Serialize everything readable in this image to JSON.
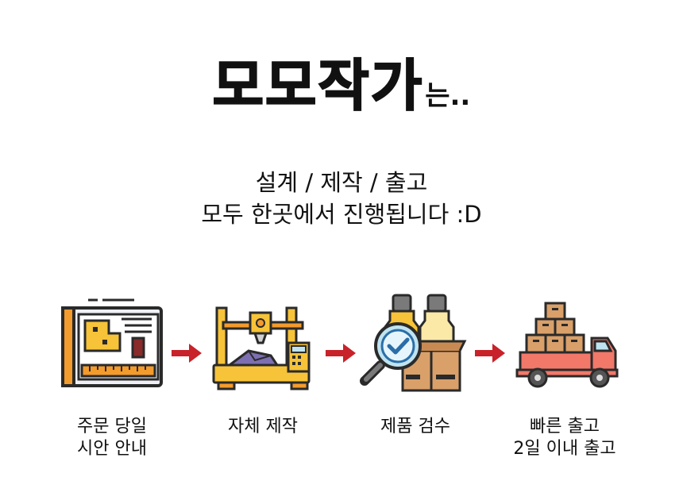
{
  "title": {
    "main": "모모작가",
    "suffix": "는.."
  },
  "subtitle": {
    "line1": "설계 / 제작 / 출고",
    "line2": "모두 한곳에서 진행됩니다 :D"
  },
  "steps": [
    {
      "icon": "blueprint-icon",
      "line1": "주문 당일",
      "line2": "시안 안내"
    },
    {
      "icon": "3d-printer-icon",
      "line1": "자체 제작",
      "line2": ""
    },
    {
      "icon": "quality-check-icon",
      "line1": "제품 검수",
      "line2": ""
    },
    {
      "icon": "delivery-truck-icon",
      "line1": "빠른 출고",
      "line2": "2일 이내 출고"
    }
  ],
  "colors": {
    "outline": "#2a2a2a",
    "yellow": "#f7c338",
    "orange": "#f39b2d",
    "red_arrow": "#c8222a",
    "salmon": "#f2786a",
    "box_brown": "#d9a06a",
    "light_blue": "#bfe3f0",
    "purple": "#7d6fb1"
  }
}
